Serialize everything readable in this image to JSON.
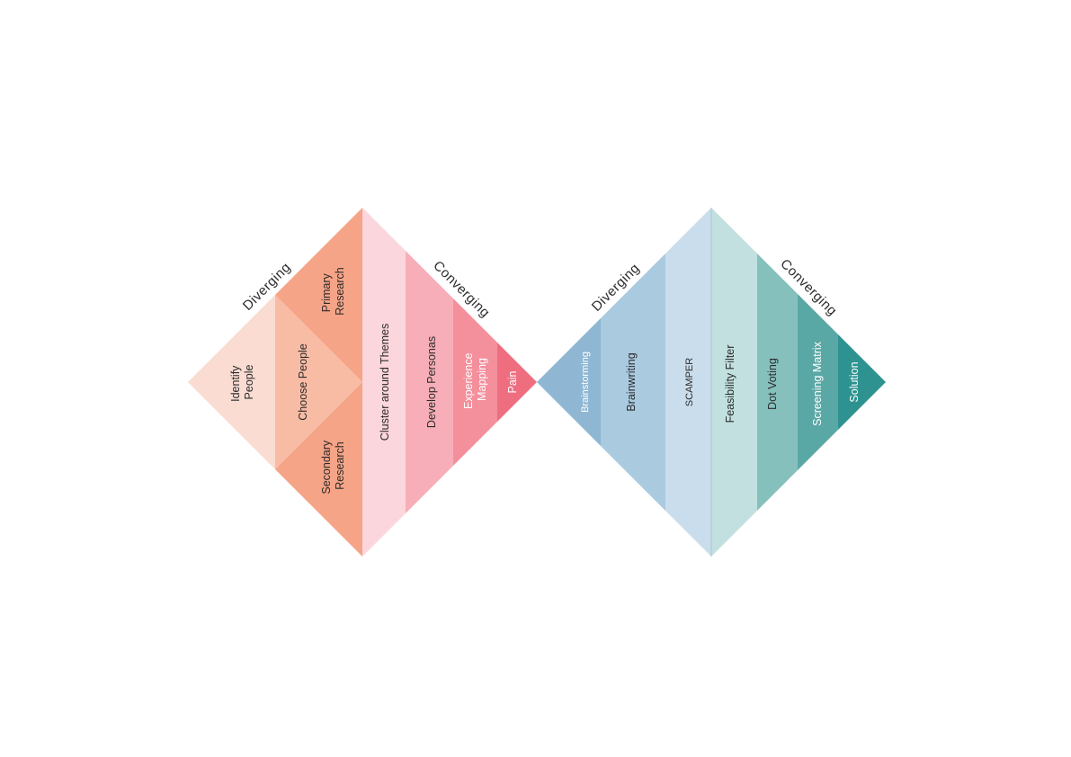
{
  "diamonds": [
    {
      "phase_labels": {
        "diverging": "Diverging",
        "converging": "Converging"
      },
      "segments": [
        {
          "id": "identify-people",
          "lines": [
            "Identify",
            "People"
          ],
          "fill": "#FADCD2",
          "text_color": "#2b2b2b"
        },
        {
          "id": "choose-people",
          "lines": [
            "Choose People"
          ],
          "fill": "#F8BBA4",
          "text_color": "#2b2b2b"
        },
        {
          "id": "primary-research",
          "lines": [
            "Primary",
            "Research"
          ],
          "fill": "#F6A487",
          "text_color": "#2b2b2b"
        },
        {
          "id": "secondary-research",
          "lines": [
            "Secondary",
            "Research"
          ],
          "fill": "#F6A487",
          "text_color": "#2b2b2b"
        },
        {
          "id": "cluster-themes",
          "lines": [
            "Cluster around Themes"
          ],
          "fill": "#FBD6DC",
          "text_color": "#2b2b2b"
        },
        {
          "id": "develop-personas",
          "lines": [
            "Develop Personas"
          ],
          "fill": "#F8AEB8",
          "text_color": "#2b2b2b"
        },
        {
          "id": "experience-mapping",
          "lines": [
            "Experience",
            "Mapping"
          ],
          "fill": "#F48F9C",
          "text_color": "#ffffff"
        },
        {
          "id": "pain",
          "lines": [
            "Pain"
          ],
          "fill": "#EE6E80",
          "text_color": "#ffffff"
        }
      ]
    },
    {
      "phase_labels": {
        "diverging": "Diverging",
        "converging": "Converging"
      },
      "segments": [
        {
          "id": "brainstorming",
          "lines": [
            "Brainstorming"
          ],
          "fill": "#8FB7D3",
          "text_color": "#ffffff"
        },
        {
          "id": "brainwriting",
          "lines": [
            "Brainwriting"
          ],
          "fill": "#AACAE0",
          "text_color": "#2b2b2b"
        },
        {
          "id": "scamper",
          "lines": [
            "SCAMPER"
          ],
          "fill": "#CADDEC",
          "text_color": "#2b2b2b"
        },
        {
          "id": "feasibility-filter",
          "lines": [
            "Feasibility Filter"
          ],
          "fill": "#C1E0DF",
          "text_color": "#2b2b2b"
        },
        {
          "id": "dot-voting",
          "lines": [
            "Dot Voting"
          ],
          "fill": "#85C0BD",
          "text_color": "#2b2b2b"
        },
        {
          "id": "screening-matrix",
          "lines": [
            "Screening Matrix"
          ],
          "fill": "#5AA8A5",
          "text_color": "#ffffff"
        },
        {
          "id": "solution",
          "lines": [
            "Solution"
          ],
          "fill": "#2E9390",
          "text_color": "#ffffff"
        }
      ]
    }
  ]
}
